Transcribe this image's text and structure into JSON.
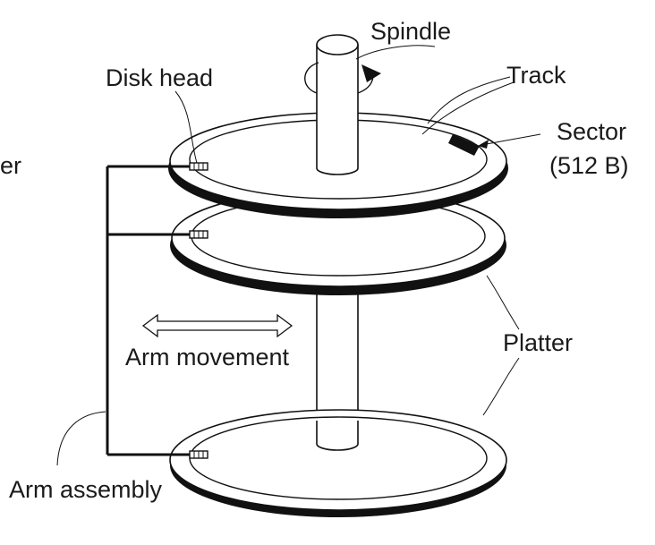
{
  "diagram": {
    "labels": {
      "spindle": "Spindle",
      "track": "Track",
      "sector_line1": "Sector",
      "sector_line2": "(512 B)",
      "disk_head": "Disk head",
      "cylinder_partial": "ler",
      "arm_movement": "Arm movement",
      "platter": "Platter",
      "arm_assembly": "Arm assembly"
    },
    "colors": {
      "stroke": "#111111",
      "background": "#ffffff",
      "sector_fill": "#111111"
    }
  }
}
